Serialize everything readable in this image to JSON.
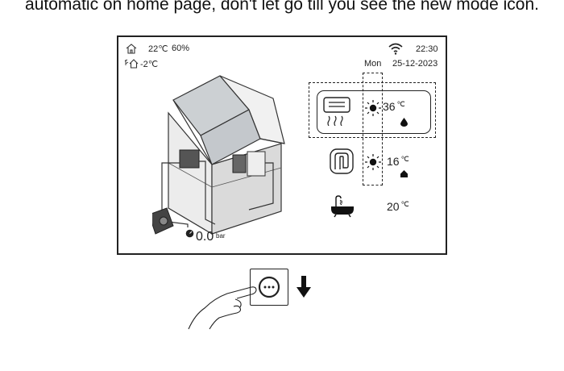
{
  "caption": "automatic on home page, don't let go till you see the new mode icon.",
  "status_bar": {
    "indoor_temp": "22℃",
    "indoor_humidity": "60%",
    "outdoor_temp": "-2℃",
    "time": "22:30",
    "day": "Mon",
    "date": "25-12-2023"
  },
  "zones": {
    "radiator": {
      "temp_value": "36",
      "temp_unit": "℃"
    },
    "floor_heating": {
      "temp_value": "16",
      "temp_unit": "℃"
    },
    "hot_water": {
      "temp_value": "20",
      "temp_unit": "℃"
    }
  },
  "pressure": {
    "value": "0.0",
    "unit": "bar"
  },
  "icons": {
    "home": "home-icon",
    "outdoor": "outdoor-home-icon",
    "wifi": "wifi-icon",
    "sun": "sun-icon",
    "radiator": "radiator-icon",
    "floor": "floor-heating-icon",
    "tub": "bathtub-icon",
    "more": "more-options-icon",
    "arrow": "arrow-down-icon"
  }
}
